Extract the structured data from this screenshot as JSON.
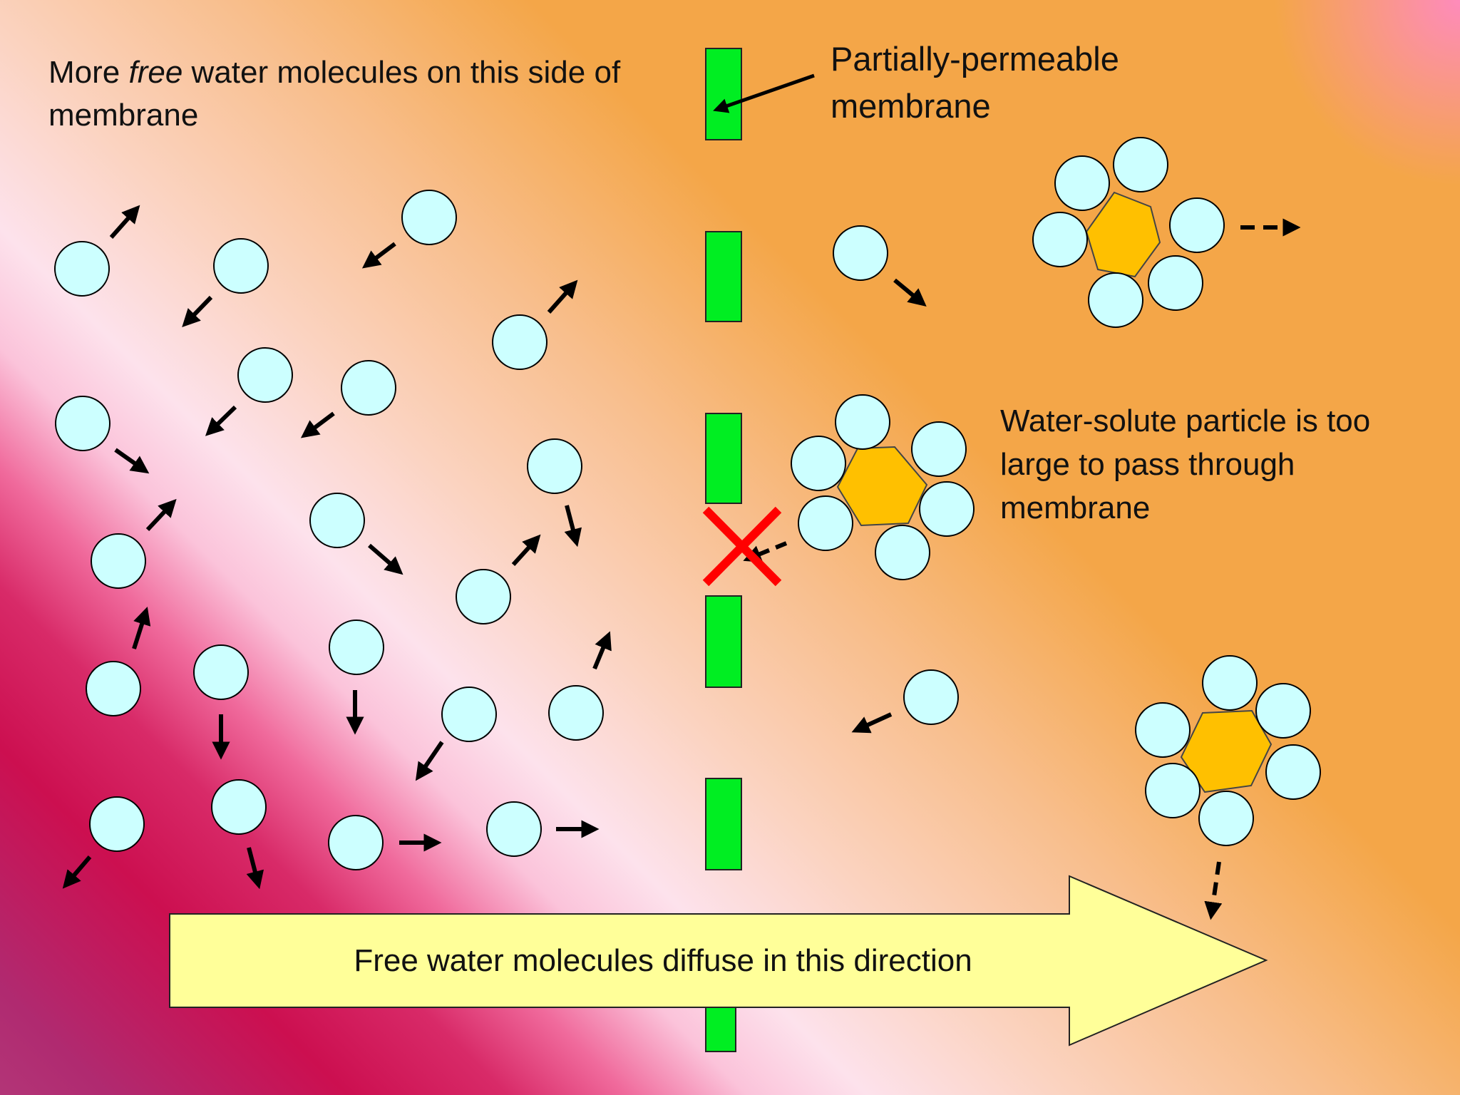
{
  "labels": {
    "free_side_pre": "More ",
    "free_side_em": "free",
    "free_side_post": " water molecules on this side of membrane",
    "membrane": "Partially-permeable membrane",
    "solute": "Water-solute particle is too large to pass through membrane",
    "diffusion_arrow": "Free water molecules diffuse in this direction"
  },
  "colors": {
    "water_molecule": "#ccffff",
    "solute_particle": "#ffc000",
    "membrane_segment": "#00ee22",
    "blocked_x": "#ff0000",
    "diffusion_arrow": "#ffff99",
    "background_pink": "#c8104f",
    "background_orange": "#f5a640"
  },
  "icons": {
    "blocked": "red-x-icon"
  }
}
